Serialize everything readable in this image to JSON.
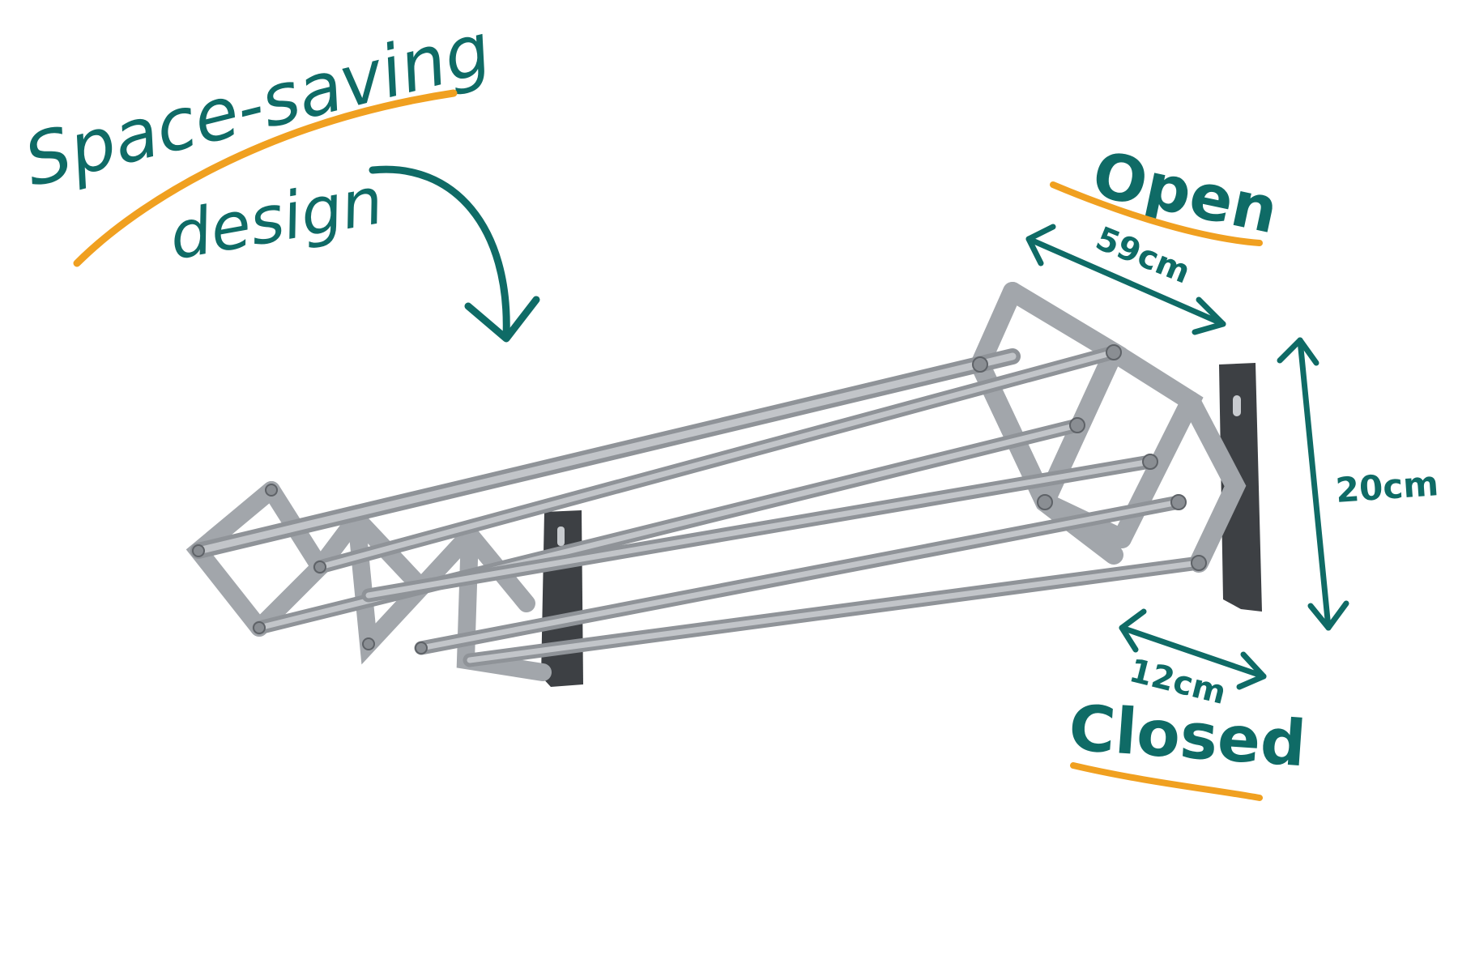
{
  "colors": {
    "teal": "#0f6b66",
    "orange": "#f0a020",
    "rack_light": "#b9bcc0",
    "rack_mid": "#9ea2a7",
    "rack_dark": "#6f7378",
    "bracket": "#3d4044"
  },
  "callout": {
    "line1": "Space-saving",
    "line2": "design"
  },
  "dimensions": {
    "open_title": "Open",
    "open_width": "59cm",
    "height": "20cm",
    "closed_depth": "12cm",
    "closed_title": "Closed"
  }
}
